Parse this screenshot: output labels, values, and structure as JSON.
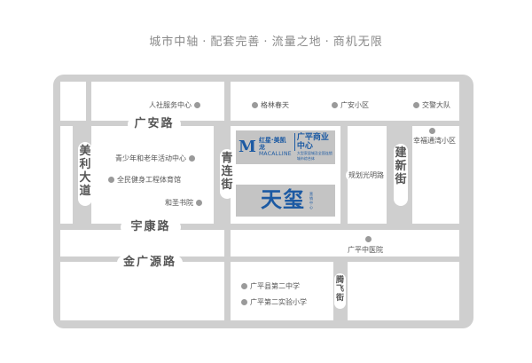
{
  "header": {
    "phrases": [
      "城市中轴",
      "配套完善",
      "流量之地",
      "商机无限"
    ],
    "separator": "·"
  },
  "roads": {
    "guangan": "广安路",
    "yukang": "宇康路",
    "jinguangyuan": "金广源路",
    "meili": "美利大道",
    "qinglian": "青连街",
    "jianxin": "建新街",
    "tengfei": "腾飞街",
    "guihua": "规划光明路"
  },
  "pois": {
    "shebao": "人社服务中心",
    "gelin": "格林春天",
    "guangan_xq": "广安小区",
    "jiaojing": "交警大队",
    "qingshao": "青少年和老年活动中心",
    "tiyu": "全民健身工程体育馆",
    "hesheng": "和圣书院",
    "xingfu": "幸福通湾小区",
    "zhongyi": "广平中医院",
    "erzhong": "广平县第二中学",
    "erxiao": "广平第二实验小学"
  },
  "mall": {
    "mark": "M",
    "brand_cn": "红星·美凯龙",
    "brand_en": "MACALLINE",
    "name": "广平商业中心",
    "sub": "大型家居城及全国连锁城市综合体"
  },
  "project": {
    "name": "天玺",
    "sub": "营销中心"
  },
  "colors": {
    "map_bg": "#cfcfcf",
    "block": "#ffffff",
    "brand_blue": "#1c5aa3"
  }
}
